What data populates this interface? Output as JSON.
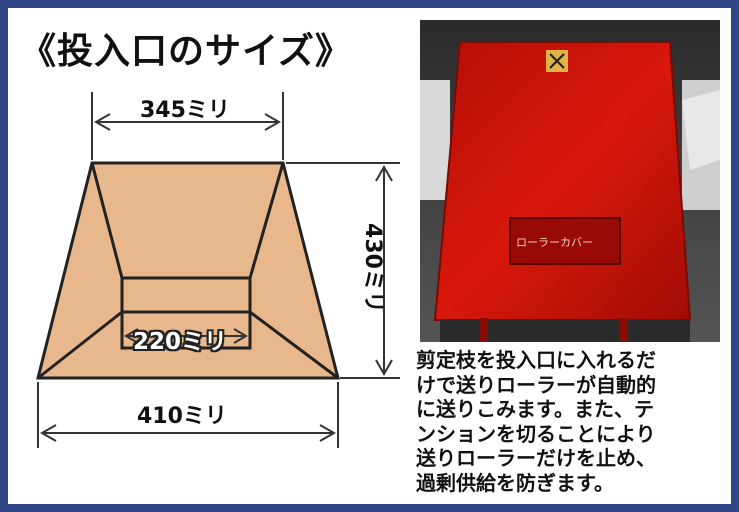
{
  "title": "《投入口のサイズ》",
  "dimensions": {
    "top_width": "345ミリ",
    "inner_width": "220ミリ",
    "bottom_width": "410ミリ",
    "depth": "430ミリ"
  },
  "photo": {
    "description": "赤い投入口の写真",
    "sticker_text": "ローラーカバー"
  },
  "description_lines": [
    "剪定枝を投入口に入れるだ",
    "けで送りローラーが自動的",
    "に送りこみます。また、テ",
    "ンションを切ることにより",
    "送りローラーだけを止め、",
    "過剰供給を防ぎます。"
  ],
  "colors": {
    "frame": "#2f4585",
    "hopper_fill": "#e8b88c",
    "photo_red": "#c81208"
  }
}
